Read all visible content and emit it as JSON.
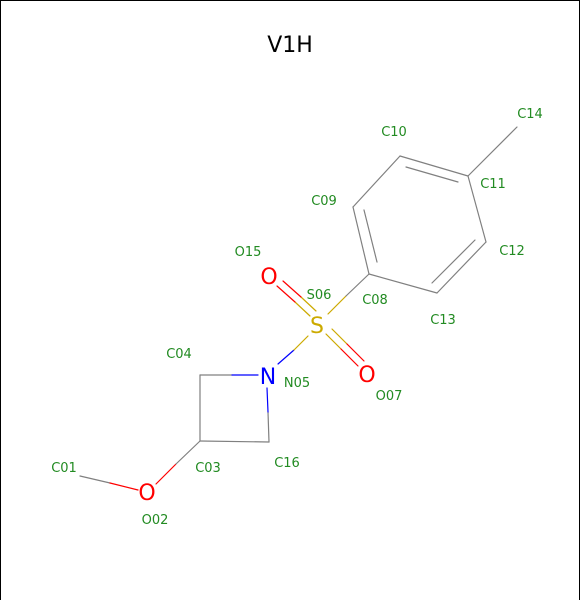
{
  "title": "V1H",
  "atom_labels": {
    "C01": "C01",
    "O02": "O02",
    "C03": "C03",
    "C04": "C04",
    "N05": "N05",
    "S06": "S06",
    "O07": "O07",
    "C08": "C08",
    "C09": "C09",
    "C10": "C10",
    "C11": "C11",
    "C12": "C12",
    "C13": "C13",
    "C14": "C14",
    "O15": "O15",
    "C16": "C16"
  },
  "element_symbols": {
    "N05": "N",
    "S06": "S",
    "O02": "O",
    "O07": "O",
    "O15": "O"
  },
  "colors": {
    "carbon_bond": "#808080",
    "atom_label": "#228B22",
    "oxygen": "#ff0000",
    "nitrogen": "#0000ff",
    "sulfur": "#ccaa00",
    "border": "#000000"
  }
}
